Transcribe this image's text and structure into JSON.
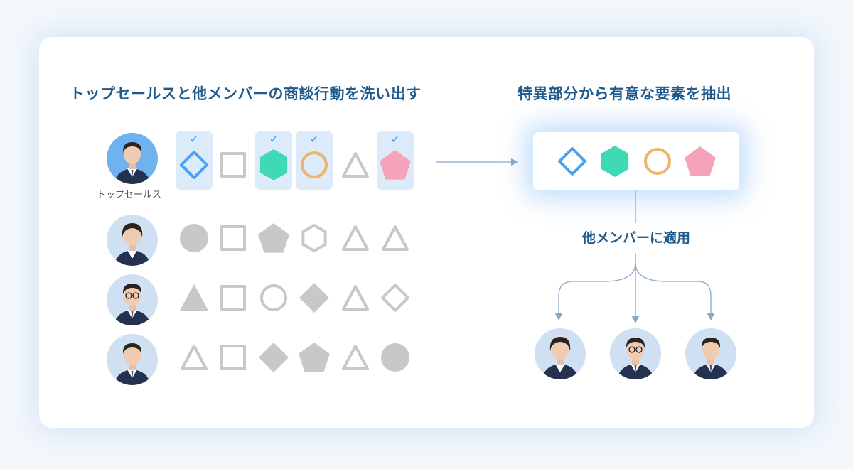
{
  "left_title": "トップセールスと他メンバーの商談行動を洗い出す",
  "right_title": "特異部分から有意な要素を抽出",
  "top_sales_label": "トップセールス",
  "apply_label": "他メンバーに適用",
  "check_mark": "✓",
  "colors": {
    "blue": "#4aa3f0",
    "green": "#3fd9b5",
    "orange": "#f0b464",
    "pink": "#f4a3b9",
    "gray": "#c8c8c8",
    "title": "#1f5a8c",
    "highlight": "#dcebfa"
  },
  "rows": [
    {
      "avatar": "top-sales-avatar",
      "shapes": [
        {
          "icon": "diamond-outline-icon",
          "color": "blue",
          "highlighted": true
        },
        {
          "icon": "square-outline-icon",
          "color": "gray",
          "highlighted": false
        },
        {
          "icon": "hexagon-filled-icon",
          "color": "green",
          "highlighted": true
        },
        {
          "icon": "circle-outline-icon",
          "color": "orange",
          "highlighted": true
        },
        {
          "icon": "triangle-outline-icon",
          "color": "gray",
          "highlighted": false
        },
        {
          "icon": "pentagon-filled-icon",
          "color": "pink",
          "highlighted": true
        }
      ]
    },
    {
      "avatar": "member-1-avatar",
      "shapes": [
        {
          "icon": "circle-filled-icon",
          "color": "gray",
          "highlighted": false
        },
        {
          "icon": "square-outline-icon",
          "color": "gray",
          "highlighted": false
        },
        {
          "icon": "pentagon-filled-icon",
          "color": "gray",
          "highlighted": false
        },
        {
          "icon": "hexagon-outline-icon",
          "color": "gray",
          "highlighted": false
        },
        {
          "icon": "triangle-outline-icon",
          "color": "gray",
          "highlighted": false
        },
        {
          "icon": "triangle-outline-icon",
          "color": "gray",
          "highlighted": false
        }
      ]
    },
    {
      "avatar": "member-2-avatar",
      "shapes": [
        {
          "icon": "triangle-filled-icon",
          "color": "gray",
          "highlighted": false
        },
        {
          "icon": "square-outline-icon",
          "color": "gray",
          "highlighted": false
        },
        {
          "icon": "circle-outline-icon",
          "color": "gray",
          "highlighted": false
        },
        {
          "icon": "diamond-filled-icon",
          "color": "gray",
          "highlighted": false
        },
        {
          "icon": "triangle-outline-icon",
          "color": "gray",
          "highlighted": false
        },
        {
          "icon": "diamond-outline-icon",
          "color": "gray",
          "highlighted": false
        }
      ]
    },
    {
      "avatar": "member-3-avatar",
      "shapes": [
        {
          "icon": "triangle-outline-icon",
          "color": "gray",
          "highlighted": false
        },
        {
          "icon": "square-outline-icon",
          "color": "gray",
          "highlighted": false
        },
        {
          "icon": "diamond-filled-icon",
          "color": "gray",
          "highlighted": false
        },
        {
          "icon": "pentagon-filled-icon",
          "color": "gray",
          "highlighted": false
        },
        {
          "icon": "triangle-outline-icon",
          "color": "gray",
          "highlighted": false
        },
        {
          "icon": "circle-filled-icon",
          "color": "gray",
          "highlighted": false
        }
      ]
    }
  ],
  "extracted": [
    {
      "icon": "diamond-outline-icon",
      "color": "blue"
    },
    {
      "icon": "hexagon-filled-icon",
      "color": "green"
    },
    {
      "icon": "circle-outline-icon",
      "color": "orange"
    },
    {
      "icon": "pentagon-filled-icon",
      "color": "pink"
    }
  ],
  "targets": [
    {
      "avatar": "member-1-avatar"
    },
    {
      "avatar": "member-2-avatar"
    },
    {
      "avatar": "member-3-avatar"
    }
  ]
}
